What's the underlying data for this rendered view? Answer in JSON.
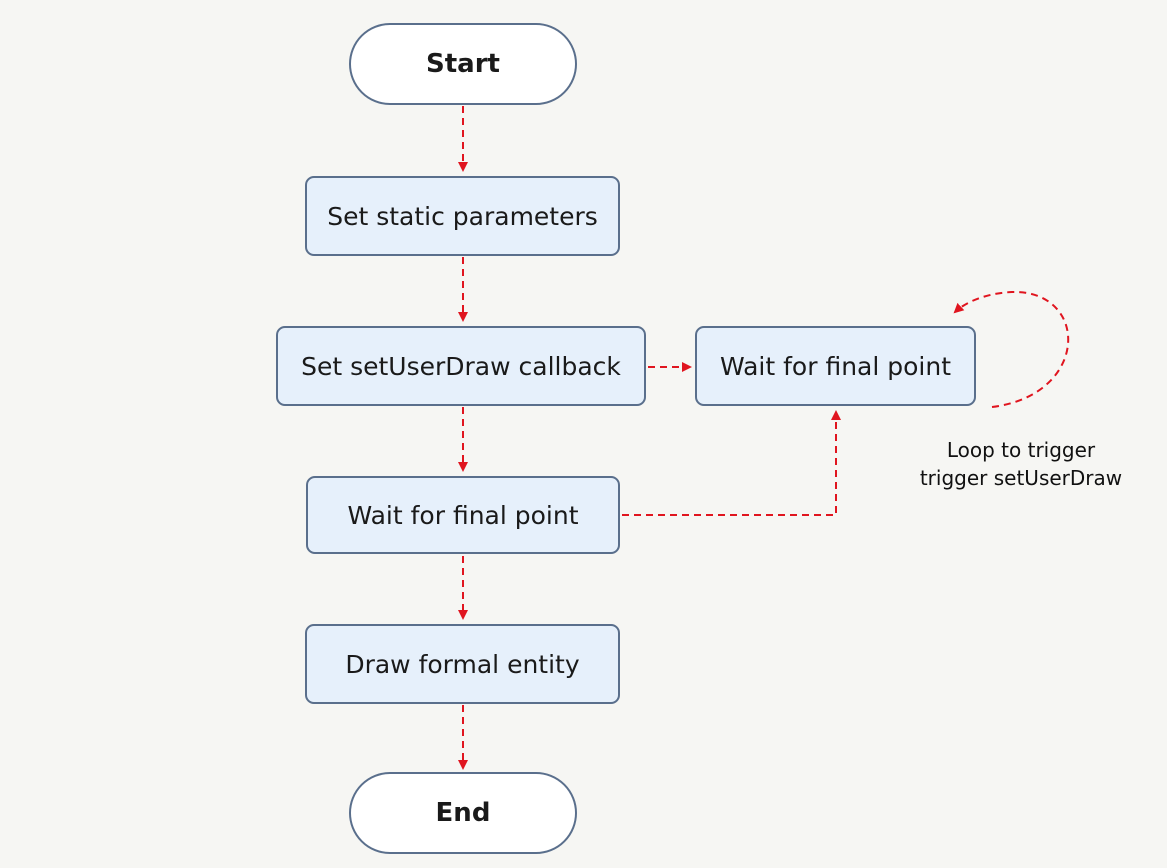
{
  "diagram": {
    "start_label": "Start",
    "step_set_params": "Set static parameters",
    "step_set_callback": "Set setUserDraw callback",
    "step_wait_side": "Wait for final point",
    "step_wait_main": "Wait for final point",
    "step_draw": "Draw formal entity",
    "end_label": "End",
    "loop_note_line1": "Loop to trigger",
    "loop_note_line2": "trigger setUserDraw",
    "arrow_color": "#e0151f",
    "node_border_color": "#5a6f8c",
    "process_fill": "#e6f0fb"
  }
}
